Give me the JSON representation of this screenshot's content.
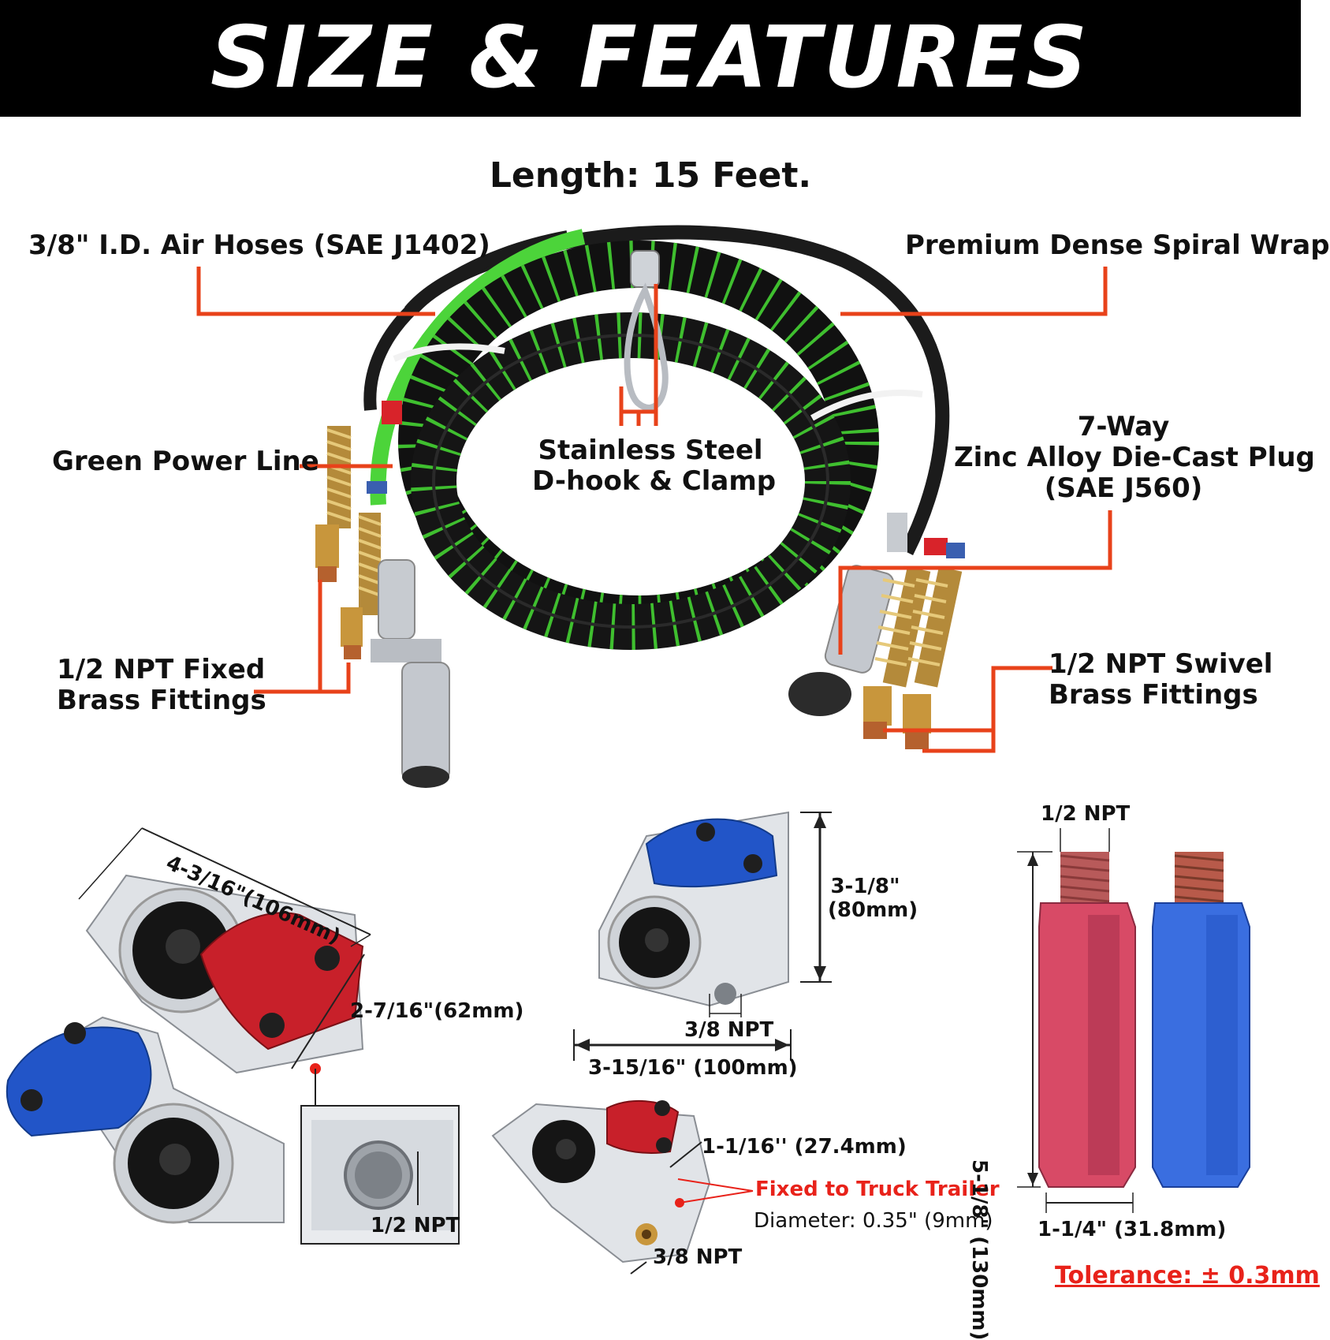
{
  "header": {
    "title": "SIZE & FEATURES"
  },
  "length_label": "Length: 15 Feet.",
  "callouts": {
    "air_hoses": "3/8\" I.D. Air Hoses (SAE J1402)",
    "spiral_wrap": "Premium Dense Spiral Wrap",
    "power_line": "Green Power Line",
    "dhook_line1": "Stainless Steel",
    "dhook_line2": "D-hook & Clamp",
    "plug_line1": "7-Way",
    "plug_line2": "Zinc Alloy Die-Cast Plug",
    "plug_line3": "(SAE J560)",
    "fixed_line1": "1/2 NPT Fixed",
    "fixed_line2": "Brass Fittings",
    "swivel_line1": "1/2 NPT Swivel",
    "swivel_line2": "Brass Fittings"
  },
  "gladhands": {
    "length": "4-3/16\"(106mm)",
    "width": "2-7/16\"(62mm)",
    "port_inset": "1/2 NPT",
    "height_line1": "3-1/8\"",
    "height_line2": "(80mm)",
    "front_port": "3/8 NPT",
    "front_width": "3-15/16\" (100mm)",
    "hole_spacing": "1-1/16'' (27.4mm)",
    "fixed_note": "Fixed to Truck Trailer",
    "diameter_note": "Diameter: 0.35\" (9mm)",
    "bottom_port": "3/8 NPT"
  },
  "filters": {
    "thread": "1/2 NPT",
    "length": "5-1/8\" (130mm)",
    "width": "1-1/4\" (31.8mm)"
  },
  "tolerance": "Tolerance: ± 0.3mm",
  "colors": {
    "accent_red": "#e8221a",
    "banner": "#000000",
    "green_hose": "#4cd43a",
    "blue_part": "#2255c8",
    "red_part": "#c8202a"
  }
}
